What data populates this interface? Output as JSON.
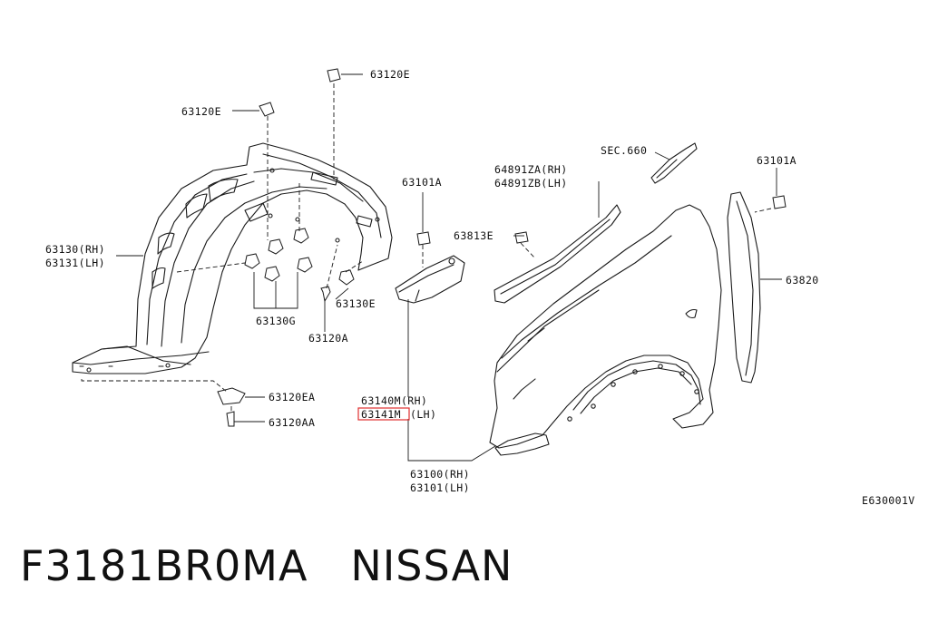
{
  "diagram": {
    "ref_code": "E630001V",
    "highlight_color": "#e03030",
    "labels": {
      "l_63120e_top": "63120E",
      "l_63120e_left": "63120E",
      "l_sec660": "SEC.660",
      "l_64891za": "64891ZA(RH)",
      "l_64891zb": "64891ZB(LH)",
      "l_63101a_mid": "63101A",
      "l_63101a_right": "63101A",
      "l_63813e": "63813E",
      "l_63130rh": "63130(RH)",
      "l_63131lh": "63131(LH)",
      "l_63130e": "63130E",
      "l_63130g": "63130G",
      "l_63120a": "63120A",
      "l_63820": "63820",
      "l_63140m": "63140M(RH)",
      "l_63141m_code": "63141M",
      "l_63141m_side": "(LH)",
      "l_63120ea": "63120EA",
      "l_63120aa": "63120AA",
      "l_63100": "63100(RH)",
      "l_63101": "63101(LH)"
    }
  },
  "footer": {
    "text": "F3181BR0MA   NISSAN"
  }
}
